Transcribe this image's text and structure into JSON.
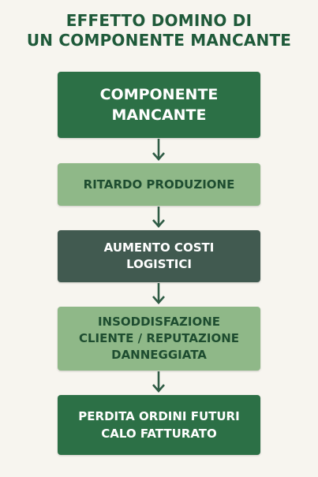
{
  "title": {
    "line1": "EFFETTO DOMINO DI",
    "line2": "UN COMPONENTE MANCANTE"
  },
  "steps": [
    {
      "lines": [
        "COMPONENTE",
        "MANCANTE"
      ]
    },
    {
      "lines": [
        "RITARDO PRODUZIONE"
      ]
    },
    {
      "lines": [
        "AUMENTO COSTI",
        "LOGISTICI"
      ]
    },
    {
      "lines": [
        "INSODDISFAZIONE",
        "CLIENTE / REPUTAZIONE",
        "DANNEGGIATA"
      ]
    },
    {
      "lines": [
        "PERDITA ORDINI FUTURI",
        "CALO FATTURATO"
      ]
    }
  ],
  "colors": {
    "background": "#f7f5ef",
    "dark_green": "#2c7046",
    "light_green": "#8fb888",
    "slate": "#415a50",
    "title_text": "#1f5a3a",
    "arrow": "#2f5c45"
  },
  "icons": {
    "connector": "arrow-down-icon"
  }
}
